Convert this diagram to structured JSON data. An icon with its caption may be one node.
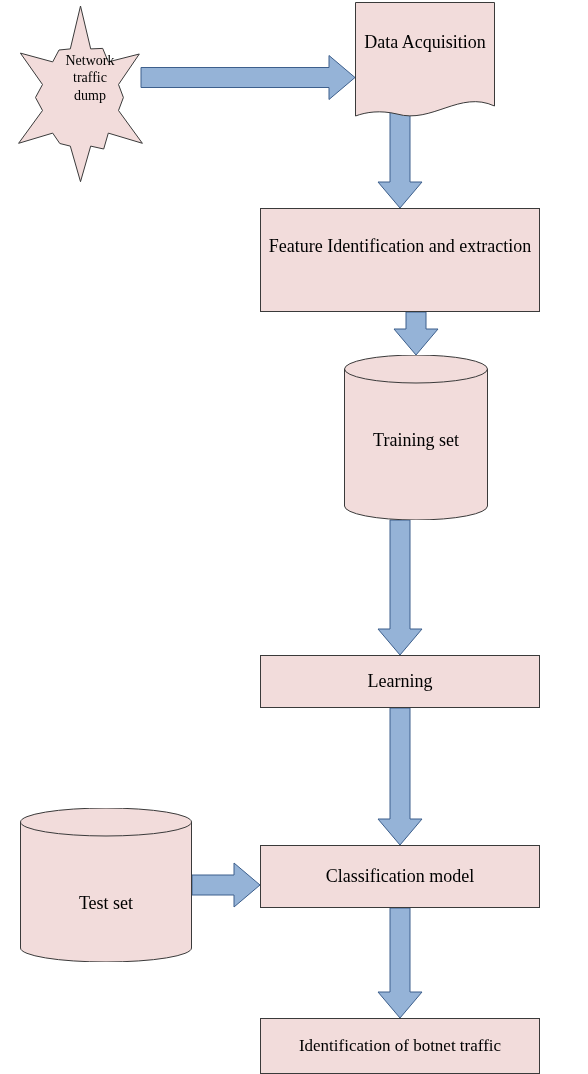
{
  "diagram": {
    "nodes": [
      {
        "text": [
          "Network traffic dump"
        ]
      },
      {
        "text": [
          "Data Acquisition"
        ]
      },
      {
        "text": [
          "Feature Identification and extraction"
        ]
      },
      {
        "text": [
          "Training set"
        ]
      },
      {
        "text": [
          "Learning"
        ]
      },
      {
        "text": [
          "Test set"
        ]
      },
      {
        "text": [
          "Classification model"
        ]
      },
      {
        "text": [
          "Identification of botnet traffic"
        ]
      }
    ],
    "edges": [
      {
        "from": 0,
        "to": 1,
        "arrow": "to"
      },
      {
        "from": 1,
        "to": 2,
        "arrow": "to"
      },
      {
        "from": 2,
        "to": 3,
        "arrow": "to"
      },
      {
        "from": 3,
        "to": 4,
        "arrow": "to"
      },
      {
        "from": 4,
        "to": 6,
        "arrow": "to"
      },
      {
        "from": 5,
        "to": 6,
        "arrow": "to"
      },
      {
        "from": 6,
        "to": 7,
        "arrow": "to"
      }
    ]
  }
}
